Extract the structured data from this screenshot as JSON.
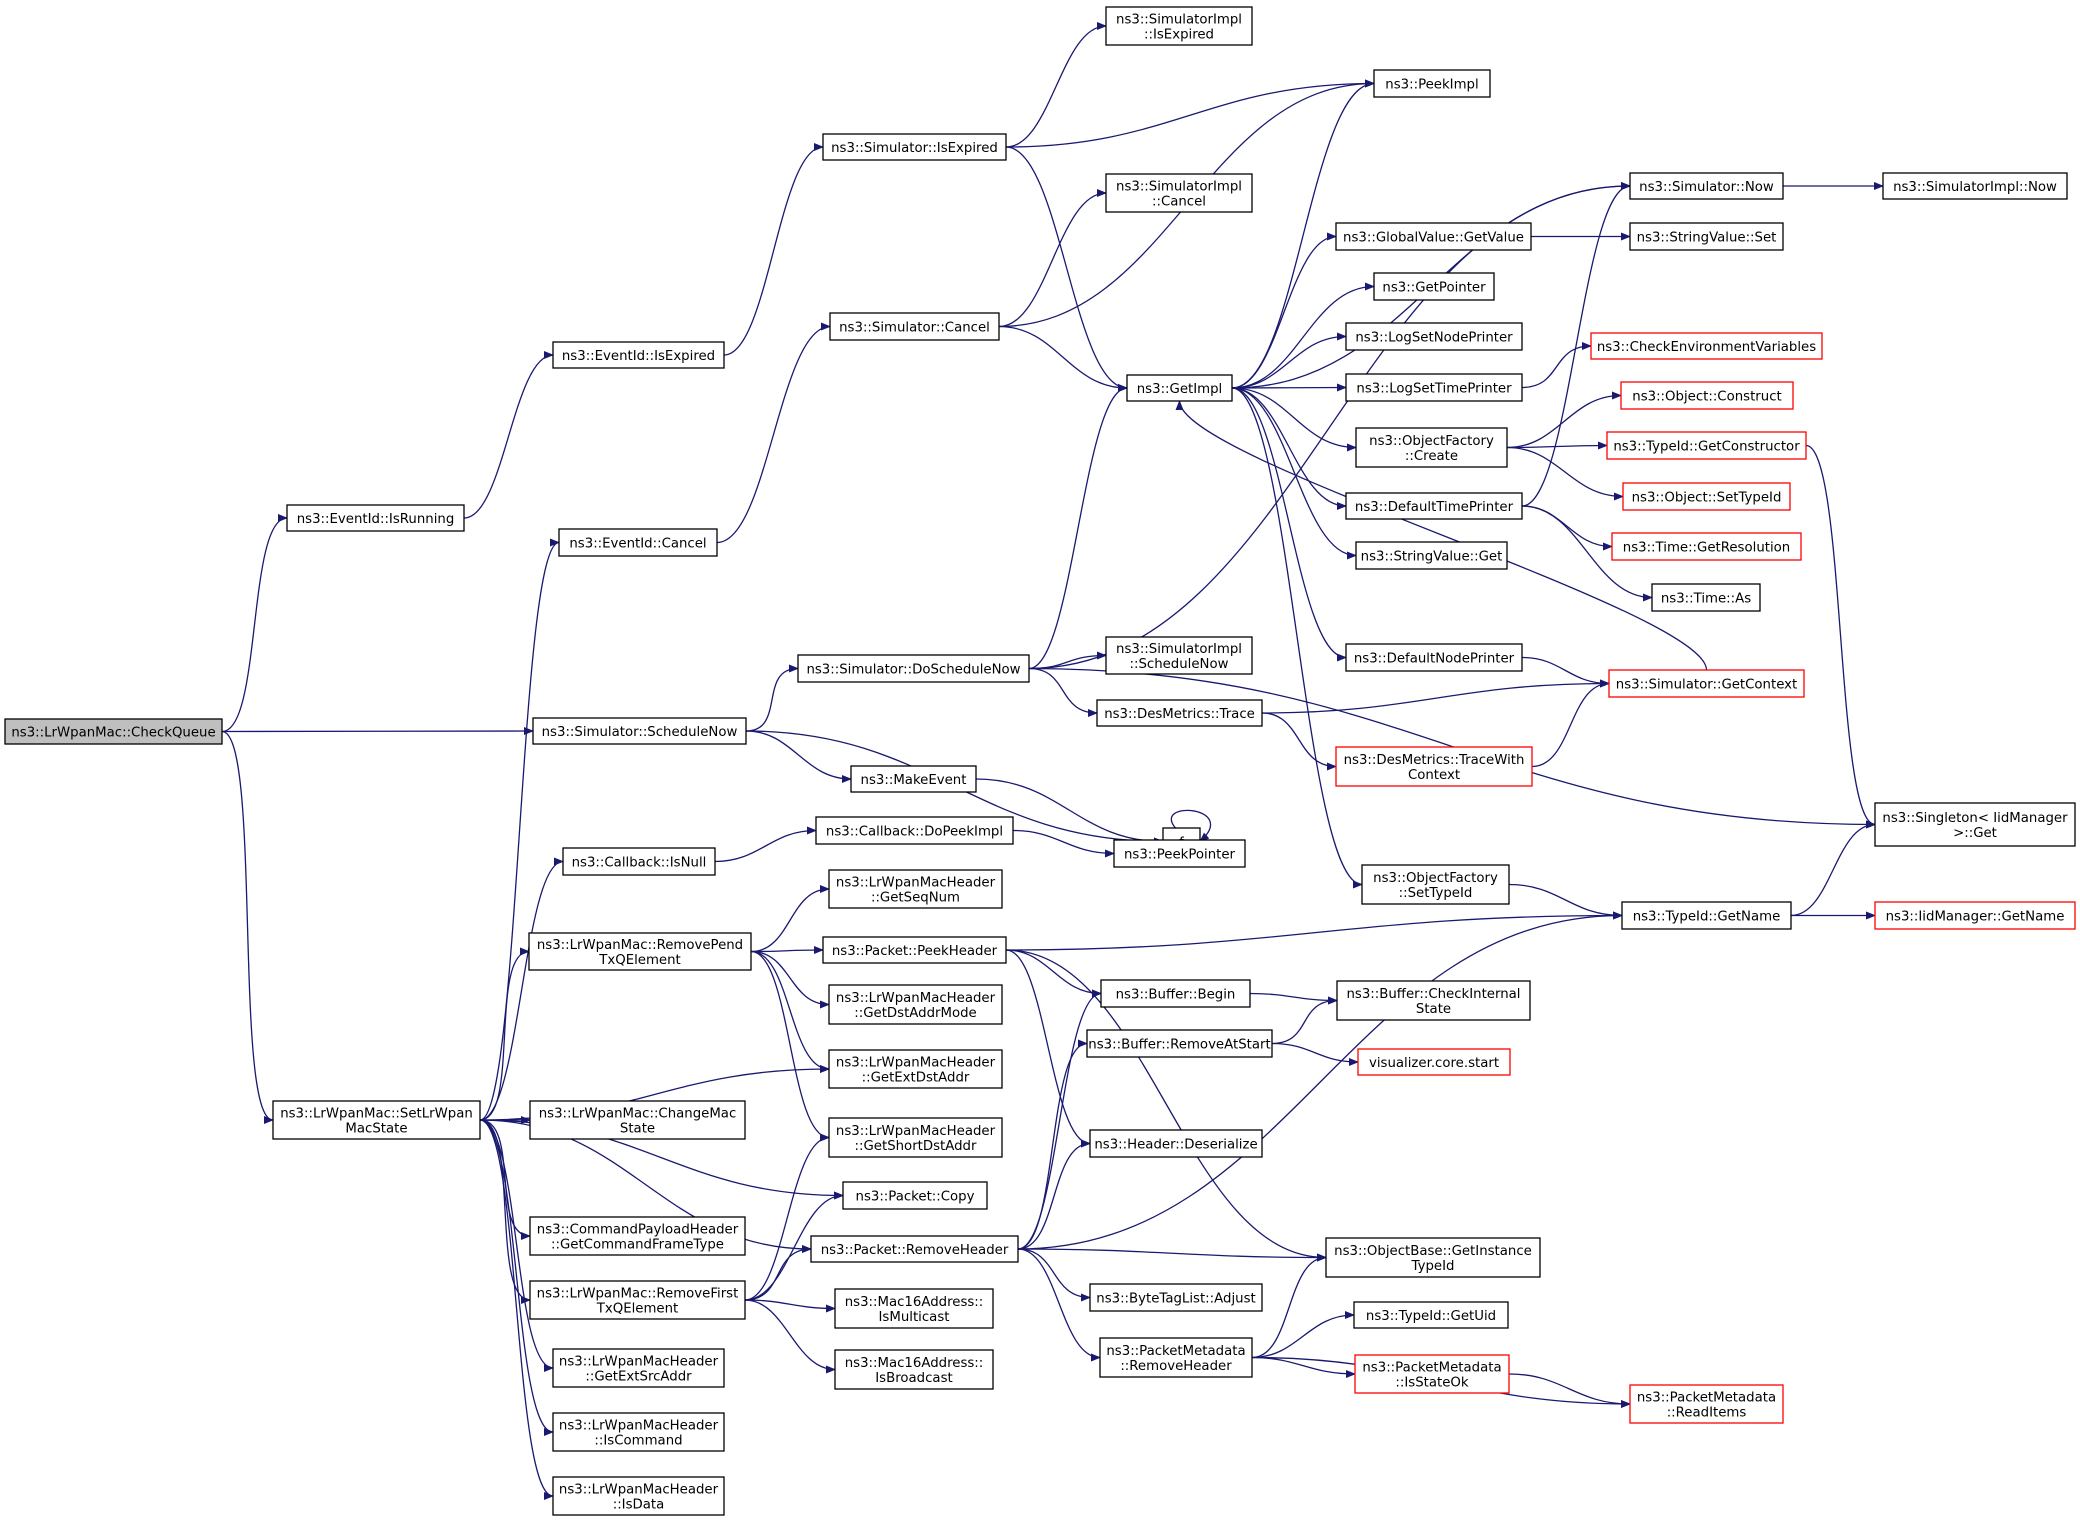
{
  "colors": {
    "edge": "#191970",
    "box_border": "#000000",
    "box_border_red": "#ff0000",
    "root_fill": "#bfbfbf"
  },
  "nodes": [
    {
      "id": "checkqueue",
      "lines": [
        "ns3::LrWpanMac::CheckQueue"
      ],
      "root": true
    },
    {
      "id": "isrunning",
      "lines": [
        "ns3::EventId::IsRunning"
      ]
    },
    {
      "id": "eventisexpired",
      "lines": [
        "ns3::EventId::IsExpired"
      ]
    },
    {
      "id": "simisexpired",
      "lines": [
        "ns3::Simulator::IsExpired"
      ]
    },
    {
      "id": "implisexpired",
      "lines": [
        "ns3::SimulatorImpl",
        "::IsExpired"
      ]
    },
    {
      "id": "peekimpl",
      "lines": [
        "ns3::PeekImpl"
      ]
    },
    {
      "id": "getimpl",
      "lines": [
        "ns3::GetImpl"
      ]
    },
    {
      "id": "eventcancel",
      "lines": [
        "ns3::EventId::Cancel"
      ]
    },
    {
      "id": "simcancel",
      "lines": [
        "ns3::Simulator::Cancel"
      ]
    },
    {
      "id": "implcancel",
      "lines": [
        "ns3::SimulatorImpl",
        "::Cancel"
      ]
    },
    {
      "id": "schedulenow",
      "lines": [
        "ns3::Simulator::ScheduleNow"
      ]
    },
    {
      "id": "doschedulenow",
      "lines": [
        "ns3::Simulator::DoScheduleNow"
      ]
    },
    {
      "id": "implschedulenow",
      "lines": [
        "ns3::SimulatorImpl",
        "::ScheduleNow"
      ]
    },
    {
      "id": "destrace",
      "lines": [
        "ns3::DesMetrics::Trace"
      ]
    },
    {
      "id": "destracectx",
      "lines": [
        "ns3::DesMetrics::TraceWith",
        "Context"
      ],
      "red": true
    },
    {
      "id": "makeevent",
      "lines": [
        "ns3::MakeEvent"
      ]
    },
    {
      "id": "f",
      "lines": [
        "f"
      ]
    },
    {
      "id": "simnow",
      "lines": [
        "ns3::Simulator::Now"
      ]
    },
    {
      "id": "implnow",
      "lines": [
        "ns3::SimulatorImpl::Now"
      ]
    },
    {
      "id": "gvgetvalue",
      "lines": [
        "ns3::GlobalValue::GetValue"
      ]
    },
    {
      "id": "svset",
      "lines": [
        "ns3::StringValue::Set"
      ]
    },
    {
      "id": "getpointer",
      "lines": [
        "ns3::GetPointer"
      ]
    },
    {
      "id": "logsetnode",
      "lines": [
        "ns3::LogSetNodePrinter"
      ]
    },
    {
      "id": "logsettime",
      "lines": [
        "ns3::LogSetTimePrinter"
      ]
    },
    {
      "id": "checkenv",
      "lines": [
        "ns3::CheckEnvironmentVariables"
      ],
      "red": true
    },
    {
      "id": "ofcreate",
      "lines": [
        "ns3::ObjectFactory",
        "::Create"
      ]
    },
    {
      "id": "objconstruct",
      "lines": [
        "ns3::Object::Construct"
      ],
      "red": true
    },
    {
      "id": "getconstructor",
      "lines": [
        "ns3::TypeId::GetConstructor"
      ],
      "red": true
    },
    {
      "id": "objsettypeid",
      "lines": [
        "ns3::Object::SetTypeId"
      ],
      "red": true
    },
    {
      "id": "deftimeprinter",
      "lines": [
        "ns3::DefaultTimePrinter"
      ]
    },
    {
      "id": "timegetres",
      "lines": [
        "ns3::Time::GetResolution"
      ],
      "red": true
    },
    {
      "id": "timeas",
      "lines": [
        "ns3::Time::As"
      ]
    },
    {
      "id": "svget",
      "lines": [
        "ns3::StringValue::Get"
      ]
    },
    {
      "id": "defnodeprinter",
      "lines": [
        "ns3::DefaultNodePrinter"
      ]
    },
    {
      "id": "simgetcontext",
      "lines": [
        "ns3::Simulator::GetContext"
      ],
      "red": true
    },
    {
      "id": "singletonget",
      "lines": [
        "ns3::Singleton< IidManager",
        ">::Get"
      ]
    },
    {
      "id": "ofsettypeid",
      "lines": [
        "ns3::ObjectFactory",
        "::SetTypeId"
      ]
    },
    {
      "id": "typeidgetname",
      "lines": [
        "ns3::TypeId::GetName"
      ]
    },
    {
      "id": "iidgetname",
      "lines": [
        "ns3::IidManager::GetName"
      ],
      "red": true
    },
    {
      "id": "cbisnull",
      "lines": [
        "ns3::Callback::IsNull"
      ]
    },
    {
      "id": "cbdopeek",
      "lines": [
        "ns3::Callback::DoPeekImpl"
      ]
    },
    {
      "id": "peekpointer",
      "lines": [
        "ns3::PeekPointer"
      ]
    },
    {
      "id": "hdrgetseqnum",
      "lines": [
        "ns3::LrWpanMacHeader",
        "::GetSeqNum"
      ]
    },
    {
      "id": "removepend",
      "lines": [
        "ns3::LrWpanMac::RemovePend",
        "TxQElement"
      ]
    },
    {
      "id": "pktpeekheader",
      "lines": [
        "ns3::Packet::PeekHeader"
      ]
    },
    {
      "id": "hdrgetdstaddrmode",
      "lines": [
        "ns3::LrWpanMacHeader",
        "::GetDstAddrMode"
      ]
    },
    {
      "id": "hdrgetextdst",
      "lines": [
        "ns3::LrWpanMacHeader",
        "::GetExtDstAddr"
      ]
    },
    {
      "id": "hdrgetshortdst",
      "lines": [
        "ns3::LrWpanMacHeader",
        "::GetShortDstAddr"
      ]
    },
    {
      "id": "pktcopy",
      "lines": [
        "ns3::Packet::Copy"
      ]
    },
    {
      "id": "setstate",
      "lines": [
        "ns3::LrWpanMac::SetLrWpan",
        "MacState"
      ]
    },
    {
      "id": "changemac",
      "lines": [
        "ns3::LrWpanMac::ChangeMac",
        "State"
      ]
    },
    {
      "id": "cmdframetype",
      "lines": [
        "ns3::CommandPayloadHeader",
        "::GetCommandFrameType"
      ]
    },
    {
      "id": "pktremoveheader",
      "lines": [
        "ns3::Packet::RemoveHeader"
      ]
    },
    {
      "id": "removefirst",
      "lines": [
        "ns3::LrWpanMac::RemoveFirst",
        "TxQElement"
      ]
    },
    {
      "id": "m16ismulticast",
      "lines": [
        "ns3::Mac16Address::",
        "IsMulticast"
      ]
    },
    {
      "id": "m16isbroadcast",
      "lines": [
        "ns3::Mac16Address::",
        "IsBroadcast"
      ]
    },
    {
      "id": "hdrgetextsrc",
      "lines": [
        "ns3::LrWpanMacHeader",
        "::GetExtSrcAddr"
      ]
    },
    {
      "id": "hdriscommand",
      "lines": [
        "ns3::LrWpanMacHeader",
        "::IsCommand"
      ]
    },
    {
      "id": "hdrisdata",
      "lines": [
        "ns3::LrWpanMacHeader",
        "::IsData"
      ]
    },
    {
      "id": "bufbegin",
      "lines": [
        "ns3::Buffer::Begin"
      ]
    },
    {
      "id": "bufcheck",
      "lines": [
        "ns3::Buffer::CheckInternal",
        "State"
      ]
    },
    {
      "id": "bufremoveatstart",
      "lines": [
        "ns3::Buffer::RemoveAtStart"
      ]
    },
    {
      "id": "vizstart",
      "lines": [
        "visualizer.core.start"
      ],
      "red": true
    },
    {
      "id": "hdrdeserialize",
      "lines": [
        "ns3::Header::Deserialize"
      ]
    },
    {
      "id": "objbaseinst",
      "lines": [
        "ns3::ObjectBase::GetInstance",
        "TypeId"
      ]
    },
    {
      "id": "btladjust",
      "lines": [
        "ns3::ByteTagList::Adjust"
      ]
    },
    {
      "id": "pmremoveheader",
      "lines": [
        "ns3::PacketMetadata",
        "::RemoveHeader"
      ]
    },
    {
      "id": "typeidgetuid",
      "lines": [
        "ns3::TypeId::GetUid"
      ]
    },
    {
      "id": "pmisstateok",
      "lines": [
        "ns3::PacketMetadata",
        "::IsStateOk"
      ],
      "red": true
    },
    {
      "id": "pmreaditems",
      "lines": [
        "ns3::PacketMetadata",
        "::ReadItems"
      ],
      "red": true
    }
  ]
}
